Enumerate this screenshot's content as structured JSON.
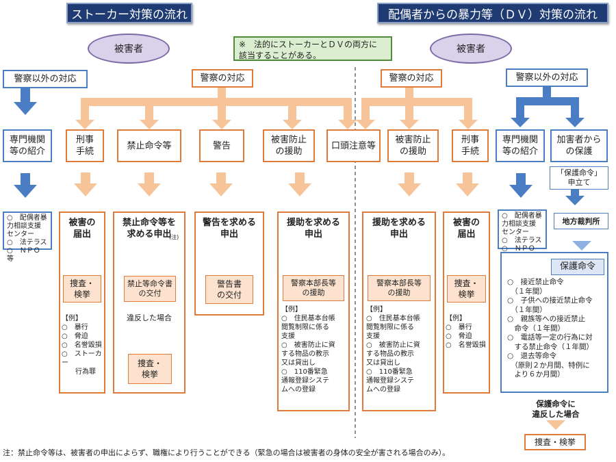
{
  "header_left": "ストーカー対策の流れ",
  "header_right": "配偶者からの暴力等（ＤＶ）対策の流れ",
  "victim": "被害者",
  "note": "※　法的にストーカーとＤＶの両方に\n該当することがある。",
  "left": {
    "non_police": "警察以外の対応",
    "referral": "専門機関\n等の紹介",
    "orgs": "○　配偶者暴\n力相談支援\nセンター\n○　法テラス\n○　ＮＰＯ 等",
    "police": "警察の対応",
    "branches": [
      "刑事\n手続",
      "禁止命令等",
      "警告",
      "被害防止\nの援助"
    ],
    "col1": {
      "title": "被害の\n届出",
      "step": "捜査・\n検挙",
      "list": "【例】\n○　暴行\n○　脅迫\n○　名誉毀損\n○　ストーカー\n　　行為罪"
    },
    "col2": {
      "title": "禁止命令等を\n求める申出",
      "title_sup": "(注)",
      "step": "禁止等命令書\nの交付",
      "violation": "違反した場合",
      "step2": "捜査・\n検挙"
    },
    "col3": {
      "title": "警告を求める\n申出",
      "step": "警告書\nの交付"
    },
    "col4": {
      "title": "援助を求める\n申出",
      "step": "警察本部長等\nの援助",
      "list": "【例】\n○　住民基本台帳\n閲覧制限に係る\n支援\n○　被害防止に資\nする物品の教示\n又は貸出し\n○　110番緊急\n通報登録システ\nムへの登録"
    }
  },
  "center": {
    "verbal": "口頭注意等"
  },
  "right": {
    "police": "警察の対応",
    "non_police": "警察以外の対応",
    "branches": [
      "被害防止\nの援助",
      "刑事\n手続"
    ],
    "referral": "専門機関\n等の紹介",
    "protection": "加害者から\nの保護",
    "petition": "「保護命令」\n申立て",
    "court": "地方裁判所",
    "orgs": "○　配偶者暴\n力相談支援\nセンター\n○　法テラス\n○　ＮＰＯ 等",
    "col1": {
      "title": "援助を求める\n申出",
      "step": "警察本部長等\nの援助",
      "list": "【例】\n○　住民基本台帳\n閲覧制限に係る\n支援\n○　被害防止に資\nする物品の教示\n又は貸出し\n○　110番緊急\n通報登録システ\nムへの登録"
    },
    "col2": {
      "title": "被害の\n届出",
      "step": "捜査・\n検挙",
      "list": "【例】\n○　暴行\n○　脅迫\n○　名誉毀損"
    },
    "order_title": "保護命令",
    "order_list": "○　接近禁止命令\n　（１年間）\n○　子供への接近禁止命令\n　（１年間）\n○　親族等への接近禁止\n　命令（１年間）\n○　電話等一定の行為に対\n　する禁止命令（１年間）\n○　退去等命令\n　（原則２か月間、特例に\n　より６か月間）",
    "violation": "保護命令に\n違反した場合",
    "final": "捜査・検挙"
  },
  "footnote": "注：禁止命令等は、被害者の申出によらず、職権により行うことができる（緊急の場合は被害者の身体の安全が害される場合のみ）。",
  "colors": {
    "orange": "#e07b39",
    "arrow_orange": "#f7c49a",
    "blue": "#4a7dc4",
    "navy": "#1f3b73",
    "lavender": "#d9d2ea",
    "green": "#dbeecf"
  }
}
